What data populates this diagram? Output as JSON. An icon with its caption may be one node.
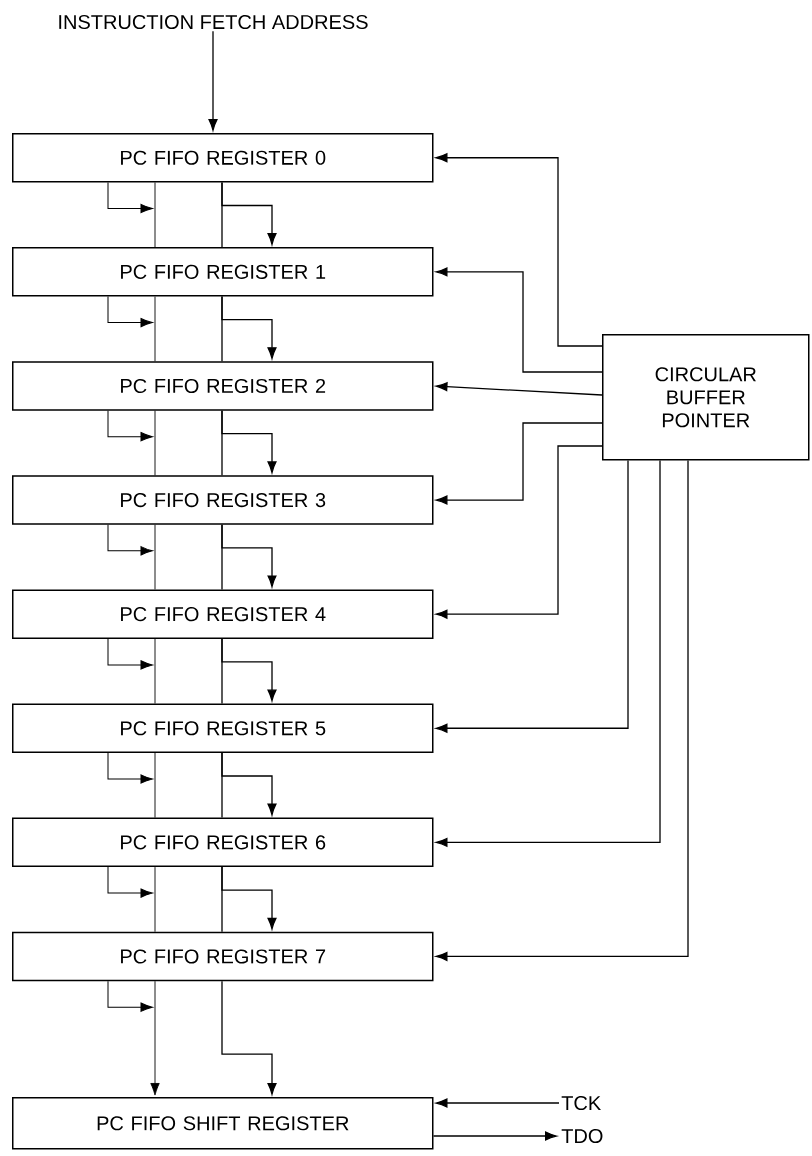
{
  "diagram": {
    "nodes": [
      {
        "text": [
          "INSTRUCTION FETCH ADDRESS"
        ]
      },
      {
        "text": [
          "PC FIFO REGISTER 0"
        ]
      },
      {
        "text": [
          "PC FIFO REGISTER 1"
        ]
      },
      {
        "text": [
          "PC FIFO REGISTER 2"
        ]
      },
      {
        "text": [
          "PC FIFO REGISTER 3"
        ]
      },
      {
        "text": [
          "PC FIFO REGISTER 4"
        ]
      },
      {
        "text": [
          "PC FIFO REGISTER 5"
        ]
      },
      {
        "text": [
          "PC FIFO REGISTER 6"
        ]
      },
      {
        "text": [
          "PC FIFO REGISTER 7"
        ]
      },
      {
        "text": [
          "CIRCULAR BUFFER POINTER"
        ]
      },
      {
        "text": [
          "PC FIFO SHIFT REGISTER"
        ]
      },
      {
        "text": [
          "TCK"
        ]
      },
      {
        "text": [
          "TDO"
        ]
      }
    ],
    "edges": [
      {
        "from": 0,
        "to": 1,
        "arrow": "to"
      },
      {
        "from": 1,
        "to": 2,
        "arrow": "to"
      },
      {
        "from": 2,
        "to": 3,
        "arrow": "to"
      },
      {
        "from": 3,
        "to": 4,
        "arrow": "to"
      },
      {
        "from": 4,
        "to": 5,
        "arrow": "to"
      },
      {
        "from": 5,
        "to": 6,
        "arrow": "to"
      },
      {
        "from": 6,
        "to": 7,
        "arrow": "to"
      },
      {
        "from": 7,
        "to": 8,
        "arrow": "to"
      },
      {
        "from": 8,
        "to": 10,
        "arrow": "to"
      },
      {
        "from": 1,
        "to": null,
        "arrow": "to"
      },
      {
        "from": 2,
        "to": null,
        "arrow": "to"
      },
      {
        "from": 3,
        "to": null,
        "arrow": "to"
      },
      {
        "from": 4,
        "to": null,
        "arrow": "to"
      },
      {
        "from": 5,
        "to": null,
        "arrow": "to"
      },
      {
        "from": 6,
        "to": null,
        "arrow": "to"
      },
      {
        "from": 7,
        "to": null,
        "arrow": "to"
      },
      {
        "from": 8,
        "to": null,
        "arrow": "to"
      },
      {
        "from": 1,
        "to": 2,
        "arrow": "none"
      },
      {
        "from": 2,
        "to": 3,
        "arrow": "none"
      },
      {
        "from": 3,
        "to": 4,
        "arrow": "none"
      },
      {
        "from": 4,
        "to": 5,
        "arrow": "none"
      },
      {
        "from": 5,
        "to": 6,
        "arrow": "none"
      },
      {
        "from": 6,
        "to": 7,
        "arrow": "none"
      },
      {
        "from": 7,
        "to": 8,
        "arrow": "none"
      },
      {
        "from": 8,
        "to": 10,
        "arrow": "to"
      },
      {
        "from": 9,
        "to": 1,
        "arrow": "to"
      },
      {
        "from": 9,
        "to": 2,
        "arrow": "to"
      },
      {
        "from": 9,
        "to": 3,
        "arrow": "to"
      },
      {
        "from": 9,
        "to": 4,
        "arrow": "to"
      },
      {
        "from": 9,
        "to": 5,
        "arrow": "to"
      },
      {
        "from": 9,
        "to": 6,
        "arrow": "to"
      },
      {
        "from": 9,
        "to": 7,
        "arrow": "to"
      },
      {
        "from": 9,
        "to": 8,
        "arrow": "to"
      },
      {
        "from": 11,
        "to": 10,
        "arrow": "to"
      },
      {
        "from": 10,
        "to": 12,
        "arrow": "to"
      }
    ]
  }
}
